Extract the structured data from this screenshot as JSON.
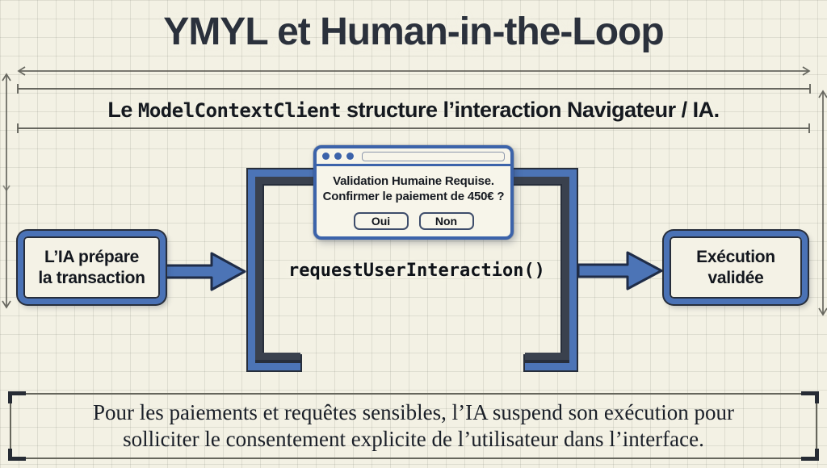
{
  "title": "YMYL et Human-in-the-Loop",
  "subtitle": {
    "prefix": "Le ",
    "code": "ModelContextClient",
    "suffix": " structure l’interaction Navigateur / IA."
  },
  "dialog": {
    "message_line1": "Validation Humaine Requise.",
    "message_line2": "Confirmer le paiement de 450€ ?",
    "yes_label": "Oui",
    "no_label": "Non"
  },
  "flow": {
    "left_box": {
      "lines": [
        "L’IA prépare",
        "la transaction"
      ]
    },
    "code_call": "requestUserInteraction()",
    "right_box": {
      "lines": [
        "Exécution",
        "validée"
      ]
    }
  },
  "footer": {
    "lines": [
      "Pour les paiements et requêtes sensibles, l’IA suspend son exécution pour",
      "solliciter le consentement explicite de l’utilisateur dans l’interface."
    ]
  },
  "colors": {
    "accent_blue": "#4a72b6",
    "outline_navy": "#272e3b",
    "bracket_dark": "#3a414e",
    "dimension_gray": "#4f4f48",
    "background": "#f3f1e4",
    "text_dark": "#2b313c"
  }
}
